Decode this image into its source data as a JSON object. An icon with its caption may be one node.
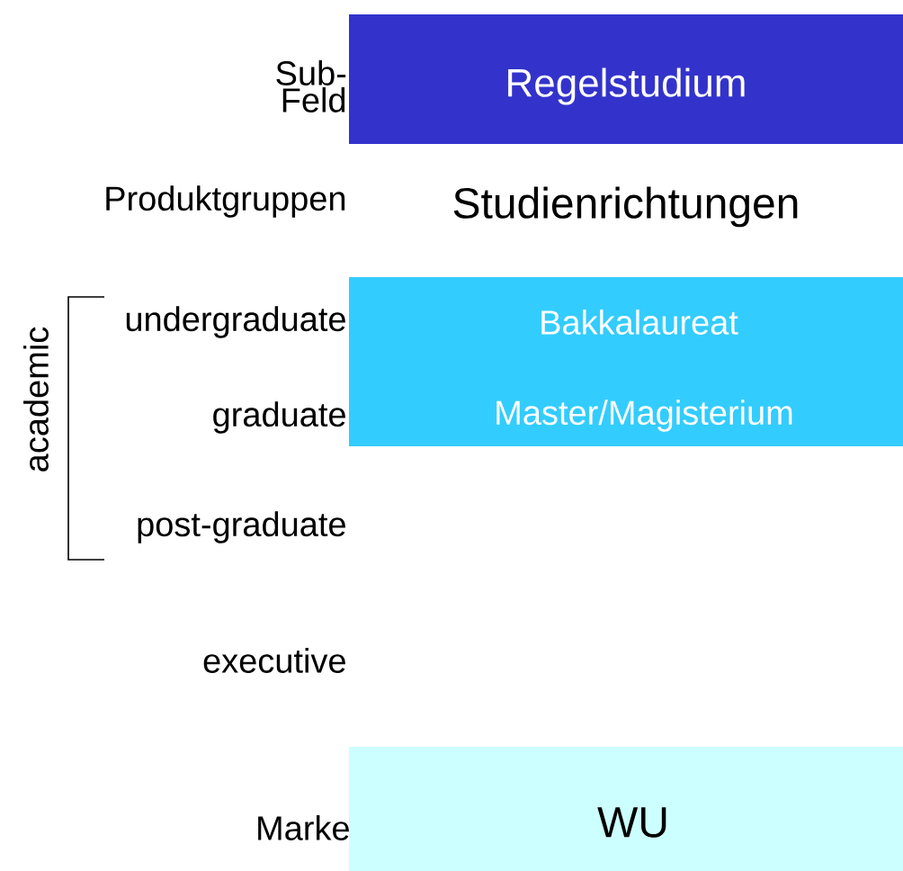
{
  "diagram": {
    "nodes": [
      {
        "text": [
          "Regelstudium"
        ]
      },
      {
        "text": [
          "Bakkalaureat",
          "Master/Magisterium"
        ]
      },
      {
        "text": [
          "WU"
        ]
      }
    ],
    "labels": [
      "Sub- Feld",
      "Produktgruppen",
      "Studienrichtungen",
      "academic",
      "undergraduate",
      "graduate",
      "post-graduate",
      "executive",
      "Marke"
    ]
  }
}
